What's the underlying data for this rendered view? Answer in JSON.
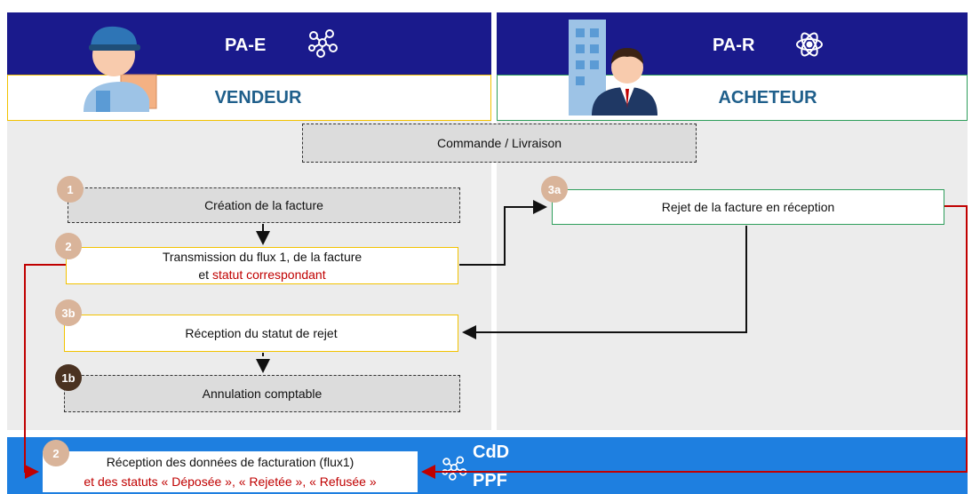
{
  "seller": {
    "platform": "PA-E",
    "role": "VENDEUR"
  },
  "buyer": {
    "platform": "PA-R",
    "role": "ACHETEUR"
  },
  "order_box": "Commande / Livraison",
  "steps": {
    "s1": {
      "badge": "1",
      "label": "Création de la facture"
    },
    "s2": {
      "badge": "2",
      "line1": "Transmission du flux 1, de la facture",
      "line2_plain": "et ",
      "line2_red": "statut correspondant"
    },
    "s3a": {
      "badge": "3a",
      "label": "Rejet de la facture en réception"
    },
    "s3b": {
      "badge": "3b",
      "label": "Réception du statut de rejet"
    },
    "s1b": {
      "badge": "1b",
      "label": "Annulation comptable"
    },
    "ppf_step": {
      "badge": "2",
      "line1": "Réception des données de facturation (flux1)",
      "line2": "et des statuts « Déposée », « Rejetée », « Refusée »"
    }
  },
  "ppf": {
    "line1": "CdD",
    "line2": "PPF"
  },
  "icons": [
    "network-icon",
    "atom-icon",
    "seller-person-icon",
    "buyer-person-icon"
  ],
  "colors": {
    "header": "#1a1a8c",
    "ppf_band": "#1e7fe0",
    "accent_red": "#c00000",
    "badge": "#d9b49a",
    "badge_dark": "#4a3221"
  }
}
